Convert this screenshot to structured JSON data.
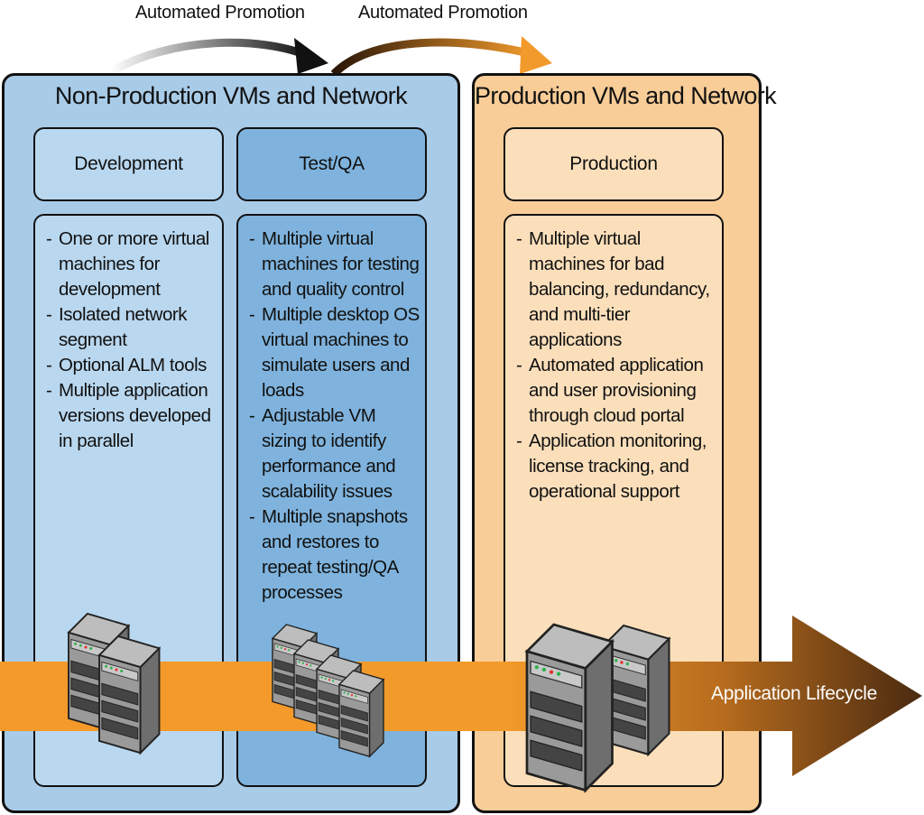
{
  "promotions": [
    "Automated Promotion",
    "Automated Promotion"
  ],
  "non_production": {
    "title": "Non-Production VMs and Network",
    "development": {
      "header": "Development",
      "bullets": [
        "One or more virtual machines for development",
        "Isolated network segment",
        "Optional ALM tools",
        "Multiple application versions developed in parallel"
      ]
    },
    "testqa": {
      "header": "Test/QA",
      "bullets": [
        "Multiple virtual machines for testing and quality control",
        "Multiple desktop OS virtual machines to simulate users and loads",
        "Adjustable VM sizing to identify performance and scalability issues",
        "Multiple snapshots and restores to repeat testing/QA processes"
      ]
    }
  },
  "production": {
    "title": "Production VMs and Network",
    "header": "Production",
    "bullets": [
      "Multiple virtual machines for bad balancing, redundancy, and multi-tier applications",
      "Automated application and user provisioning through cloud portal",
      "Application monitoring, license tracking, and operational support"
    ]
  },
  "lifecycle_label": "Application Lifecycle",
  "colors": {
    "nonprod_panel": "#a8cbe8",
    "dev_box": "#b9d7ef",
    "test_box": "#7fb3dd",
    "prod_panel": "#f9cd98",
    "prod_box": "#fbdfbb",
    "lifecycle_orange": "#f49a2a",
    "lifecycle_brown": "#4a2a10"
  }
}
